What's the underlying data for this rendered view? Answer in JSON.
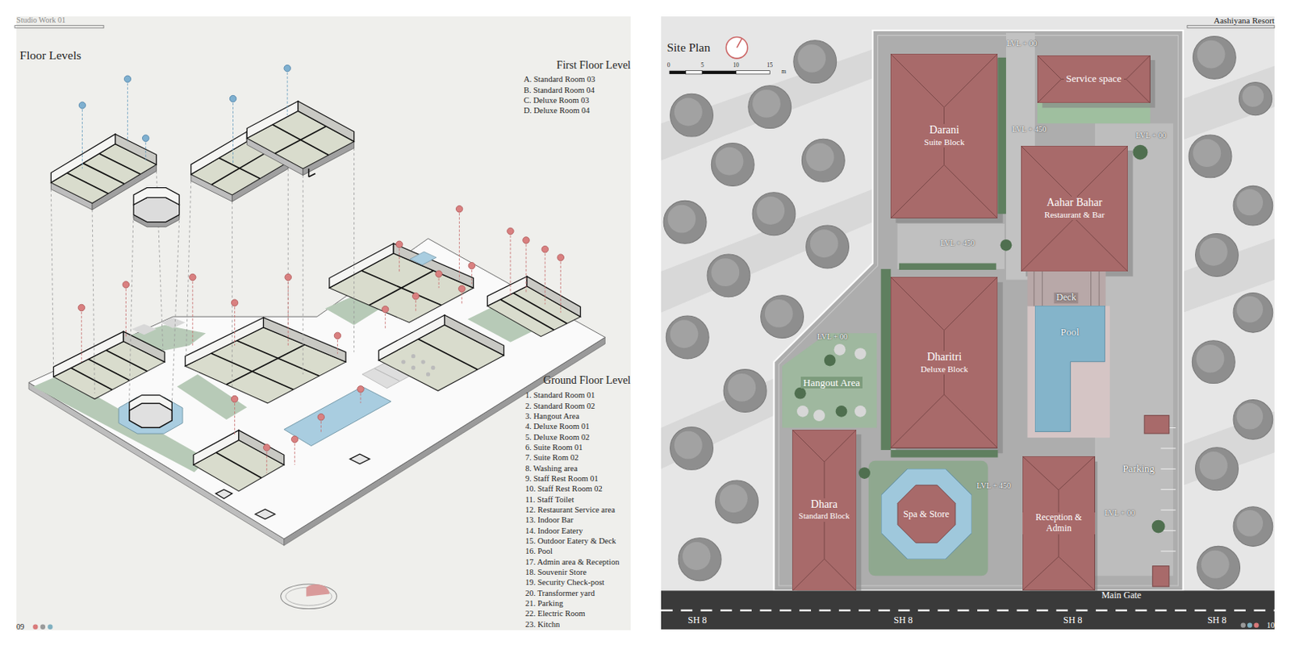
{
  "diagram": {
    "nodes": [
      {
        "text": [
          "Darani",
          "Suite Block"
        ]
      },
      {
        "text": [
          "Service space"
        ]
      },
      {
        "text": [
          "Aahar Bahar",
          "Restaurant & Bar"
        ]
      },
      {
        "text": [
          "Dharitri",
          "Deluxe Block"
        ]
      },
      {
        "text": [
          "Pool"
        ]
      },
      {
        "text": [
          "Hangout Area"
        ]
      },
      {
        "text": [
          "Dhara",
          "Standard Block"
        ]
      },
      {
        "text": [
          "Spa & Store"
        ]
      },
      {
        "text": [
          "Reception & Admin"
        ]
      }
    ],
    "labels": [
      "Studio Work 01",
      "Floor Levels",
      "First Floor Level",
      "A. Standard Room 03",
      "B. Standard Room 04",
      "C. Deluxe Room 03",
      "D. Deluxe Room 04",
      "Ground Floor Level",
      "1. Standard Room 01",
      "2. Standard Room 02",
      "3. Hangout Area",
      "4. Deluxe Room 01",
      "5. Deluxe Room 02",
      "6. Suite Room 01",
      "7. Suite Rom 02",
      "8. Washing area",
      "9. Staff Rest Room 01",
      "10. Staff Rest Room 02",
      "11. Staff Toilet",
      "12. Restaurant Service area",
      "13. Indoor Bar",
      "14. Indoor Eatery",
      "15. Outdoor Eatery & Deck",
      "16. Pool",
      "17. Admin area & Reception",
      "18. Souvenir Store",
      "19. Security Check-post",
      "20. Transformer yard",
      "21. Parking",
      "22. Electric Room",
      "23. Kitchn",
      "09",
      "Site Plan",
      "0",
      "5",
      "10",
      "15",
      "m",
      "Aashiyana Resort",
      "LVL + 00",
      "LVL + 450",
      "LVL + 00",
      "LVL + 450",
      "LVL + 00",
      "LVL + 450",
      "LVL + 00",
      "Deck",
      "Parking",
      "Main Gate",
      "SH 8",
      "SH 8",
      "SH 8",
      "SH 8",
      "10"
    ]
  }
}
